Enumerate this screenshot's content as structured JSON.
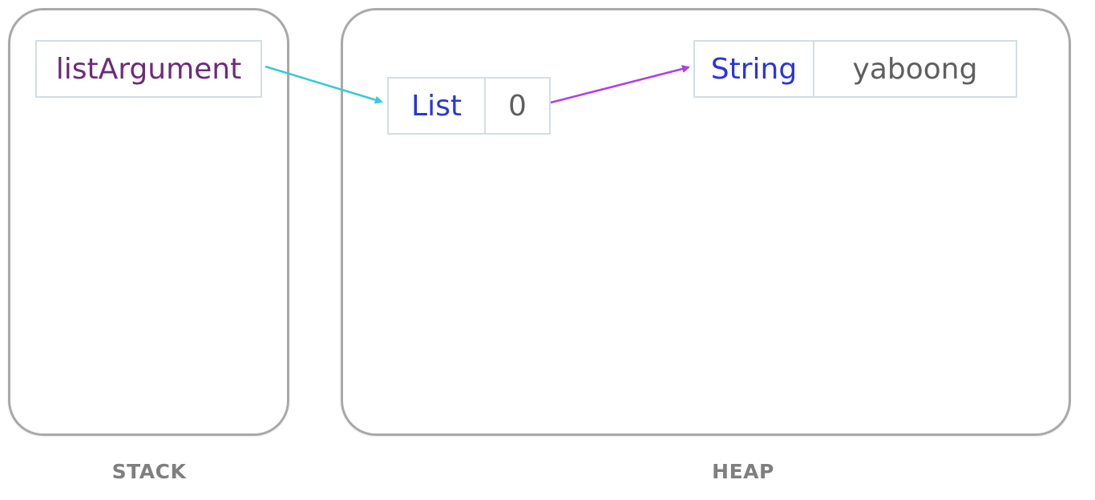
{
  "stack": {
    "label": "STACK",
    "variable": "listArgument"
  },
  "heap": {
    "label": "HEAP",
    "list": {
      "type": "List",
      "item": "0"
    },
    "string": {
      "type": "String",
      "value": "yaboong"
    }
  },
  "colors": {
    "variable_text": "#6e2a7b",
    "type_text": "#2a36d9",
    "value_text": "#5f5f5f",
    "reference_arrow_stack": "#35c9d9",
    "reference_arrow_heap": "#b23de6",
    "region_border": "#a9a9a9",
    "label_text": "#7f7f7f"
  }
}
